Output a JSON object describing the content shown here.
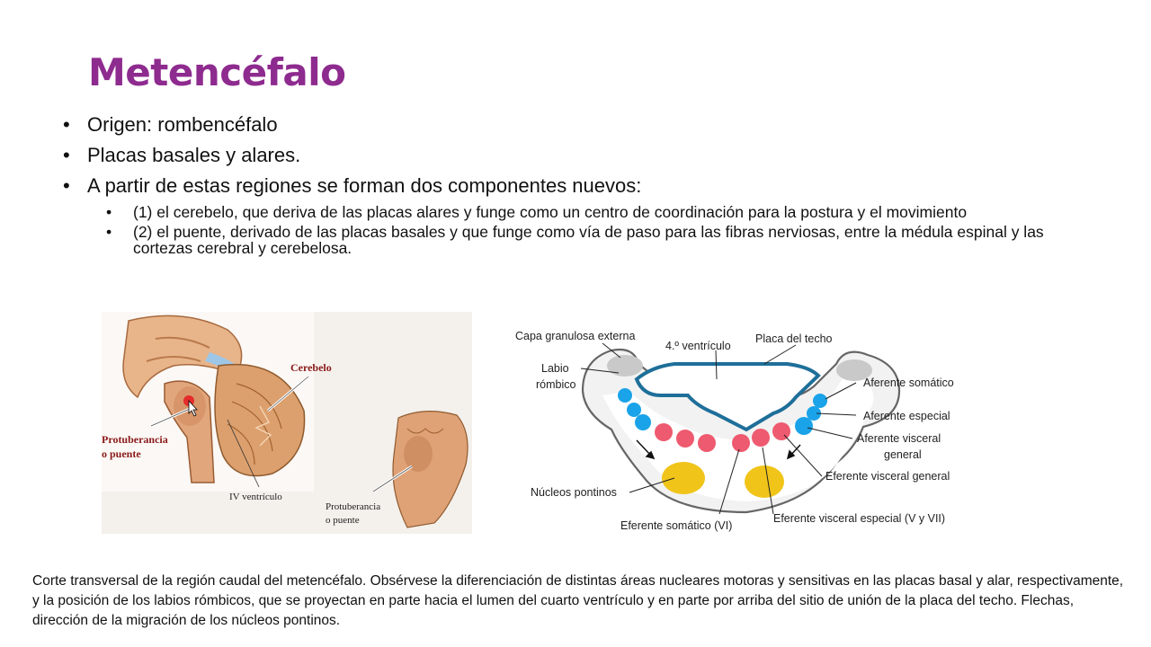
{
  "slide": {
    "title": "Metencéfalo",
    "bullets": [
      "Origen: rombencéfalo",
      "Placas basales  y alares.",
      "A partir de estas regiones se forman dos componentes nuevos:"
    ],
    "sub_bullets": [
      "(1) el cerebelo, que deriva de las placas alares y funge como un centro de coordinación para la postura y el movimiento",
      "(2) el puente, derivado de las placas basales y que funge como vía de paso para las fibras nerviosas, entre la médula espinal y las cortezas cerebral y cerebelosa."
    ]
  },
  "left_figure": {
    "cerebelo": "Cerebelo",
    "protuberancia_1": "Protuberancia",
    "puente_1": "o puente",
    "ventriculo": "IV ventrículo",
    "protuberancia_2": "Protuberancia",
    "puente_2": "o puente"
  },
  "right_figure": {
    "capa_granulosa": "Capa granulosa externa",
    "cuarto_ventriculo": "4.º ventrículo",
    "placa_techo": "Placa del techo",
    "labio": "Labio",
    "rombico": "rómbico",
    "aferente_somatico": "Aferente somático",
    "aferente_especial": "Aferente especial",
    "aferente_visceral_1": "Aferente visceral",
    "aferente_visceral_2": "general",
    "eferente_visceral_general": "Eferente visceral general",
    "nucleos_pontinos": "Núcleos pontinos",
    "eferente_somatico": "Eferente somático (VI)",
    "eferente_visceral_especial": "Eferente visceral especial (V y VII)",
    "colors": {
      "blue": "#1aa3e8",
      "red": "#ee5a6f",
      "yellow": "#f0c419",
      "ventricle": "#1e6f99"
    }
  },
  "caption": "Corte transversal de la región caudal del metencéfalo. Obsérvese la diferenciación de distintas áreas nucleares motoras y sensitivas en las placas basal y alar, respectivamente, y la posición de los labios rómbicos, que se proyectan en parte hacia el lumen del cuarto ventrículo y en parte por arriba del sitio de unión de la placa del techo. Flechas, dirección de la migración de los núcleos pontinos."
}
